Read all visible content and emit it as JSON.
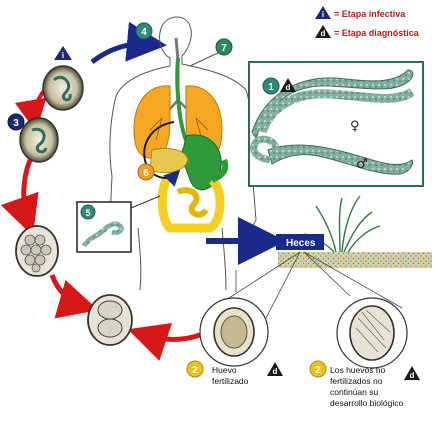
{
  "legend": {
    "infective_symbol": "i",
    "infective_label": "= Etapa infectiva",
    "diagnostic_symbol": "d",
    "diagnostic_label": "= Etapa diagnóstica"
  },
  "markers": {
    "m1": "1",
    "m2a": "2",
    "m2b": "2",
    "m3": "3",
    "m4": "4",
    "m5": "5",
    "m6": "6",
    "m7": "7",
    "i_top": "i",
    "d_box1": "d",
    "d_caption_a": "d",
    "d_caption_b": "d"
  },
  "labels": {
    "heces": "Heces",
    "female_symbol": "♀",
    "male_symbol": "♂"
  },
  "captions": {
    "fertilized_line1": "Huevo",
    "fertilized_line2": "fertilizado",
    "unfertilized_line1": "Los huevos no",
    "unfertilized_line2": "fertilizados no",
    "unfertilized_line3": "continúan su",
    "unfertilized_line4": "desarrollo biológico"
  },
  "colors": {
    "infective_triangle": "#1f2a6e",
    "diagnostic_triangle": "#1a1a1a",
    "orange_circle": "#f0a020",
    "teal_circle": "#2e8b7a",
    "navy_circle": "#1f2a6e",
    "green_circle": "#2f8a5a",
    "red_arrow": "#d81818",
    "blue_arrow": "#1a2a8a",
    "lung": "#f5a623",
    "gut_green": "#2f9a3a",
    "intestine_yellow": "#f5d020",
    "worm_box_border": "#2d6b5a",
    "heces_fill": "#1a2a8a"
  }
}
